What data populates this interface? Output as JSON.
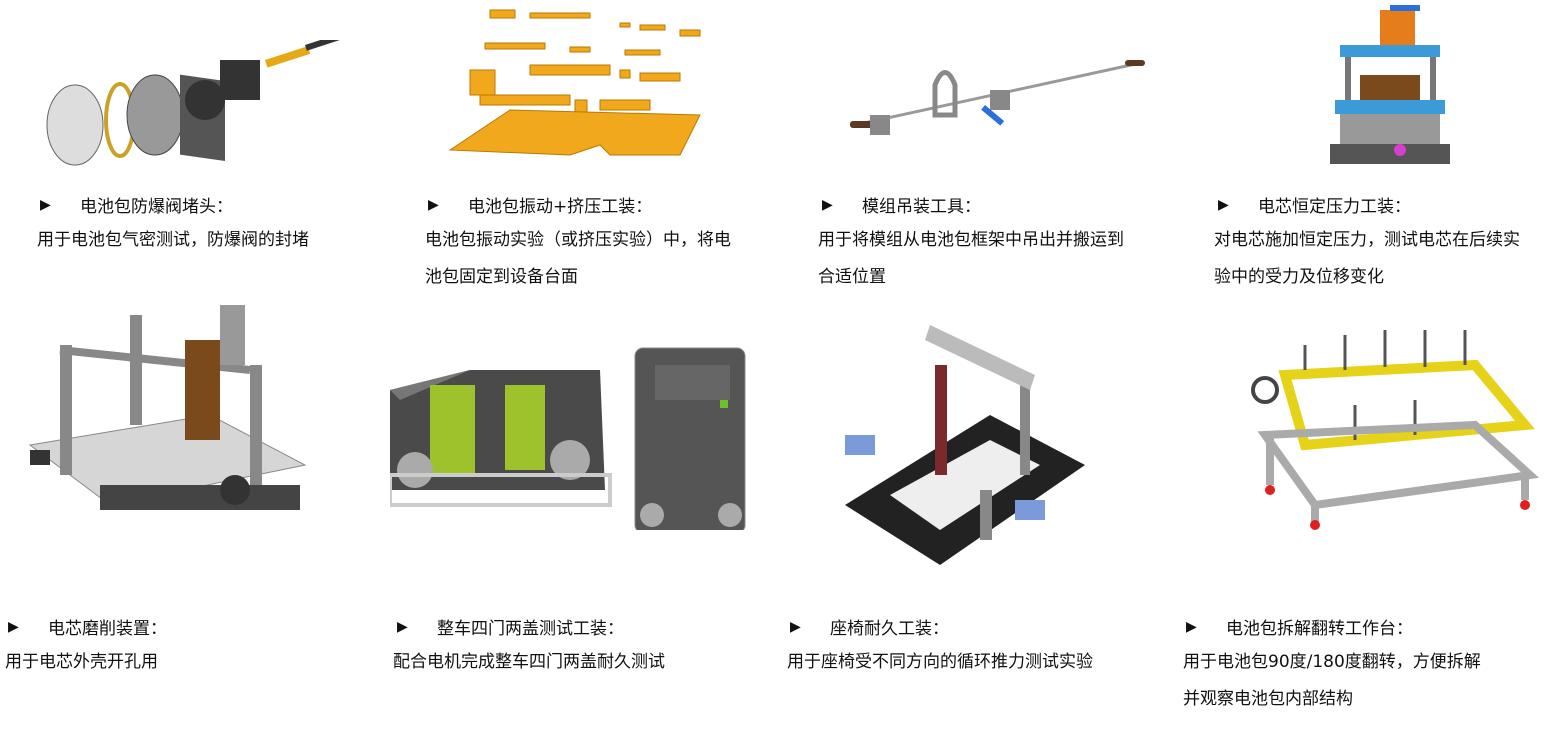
{
  "items": [
    {
      "title": "电池包防爆阀堵头：",
      "desc": [
        "用于电池包气密测试，防爆阀的封堵"
      ]
    },
    {
      "title": "电池包振动+挤压工装：",
      "desc": [
        "电池包振动实验（或挤压实验）中，将电",
        "池包固定到设备台面"
      ]
    },
    {
      "title": "模组吊装工具：",
      "desc": [
        "用于将模组从电池包框架中吊出并搬运到",
        "合适位置"
      ]
    },
    {
      "title": "电芯恒定压力工装：",
      "desc": [
        "对电芯施加恒定压力，测试电芯在后续实",
        "验中的受力及位移变化"
      ]
    },
    {
      "title": "电芯磨削装置：",
      "desc": [
        "用于电芯外壳开孔用"
      ]
    },
    {
      "title": "整车四门两盖测试工装：",
      "desc": [
        "配合电机完成整车四门两盖耐久测试"
      ]
    },
    {
      "title": "座椅耐久工装：",
      "desc": [
        "用于座椅受不同方向的循环推力测试实验"
      ]
    },
    {
      "title": "电池包拆解翻转工作台：",
      "desc": [
        "用于电池包90度/180度翻转，方便拆解",
        "并观察电池包内部结构"
      ]
    }
  ],
  "bullet": "▶"
}
